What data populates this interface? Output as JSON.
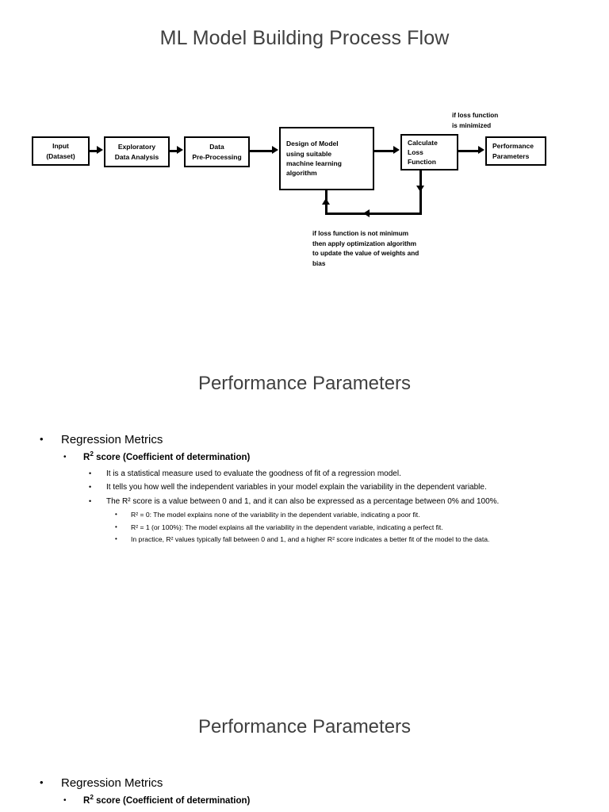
{
  "slide1": {
    "title": "ML Model Building Process Flow",
    "flowchart": {
      "boxes": [
        {
          "id": "input",
          "lines": [
            "Input",
            "(Dataset)"
          ]
        },
        {
          "id": "eda",
          "lines": [
            "Exploratory",
            "Data Analysis"
          ]
        },
        {
          "id": "preprocess",
          "lines": [
            "Data",
            "Pre-Processing"
          ]
        },
        {
          "id": "design",
          "lines": [
            "Design of Model",
            "using suitable",
            "machine learning",
            "algorithm"
          ]
        },
        {
          "id": "loss",
          "lines": [
            "Calculate",
            "Loss",
            "Function"
          ]
        },
        {
          "id": "performance",
          "lines": [
            "Performance",
            "Parameters"
          ]
        }
      ],
      "notes": [
        {
          "id": "minimized-note",
          "lines": [
            "if loss function",
            "is minimized"
          ]
        },
        {
          "id": "feedback-note",
          "lines": [
            "if loss function is not minimum",
            "then apply optimization algorithm",
            "to update the value of weights and",
            "bias"
          ]
        }
      ]
    }
  },
  "slide2": {
    "title": "Performance Parameters",
    "bullets": {
      "level1": "Regression Metrics",
      "level2_pre": "R",
      "level2_sup": "2",
      "level2_post": " score (Coefficient of determination)",
      "level3": [
        "It is a statistical measure used to evaluate the goodness of fit of a regression model.",
        "It tells you how well the independent variables in your model explain the variability in the dependent variable.",
        "The R² score is a value between 0 and 1, and it can also be expressed as a percentage between 0% and 100%."
      ],
      "level4": [
        "R² = 0: The model explains none of the variability in the dependent variable, indicating a poor fit.",
        "R² = 1 (or 100%): The model explains all the variability in the dependent variable, indicating a perfect fit.",
        "In practice, R² values typically fall between 0 and 1, and a higher R² score indicates a better fit of the model to the data."
      ]
    }
  },
  "slide3": {
    "title": "Performance Parameters",
    "bullets": {
      "level1": "Regression Metrics",
      "level2_pre": "R",
      "level2_sup": "2",
      "level2_post": " score (Coefficient of determination)"
    }
  },
  "bullet_marks": {
    "dot": "•"
  },
  "colors": {
    "heading": "#404040",
    "body": "#000000",
    "page": "#ffffff",
    "stroke": "#000000"
  }
}
